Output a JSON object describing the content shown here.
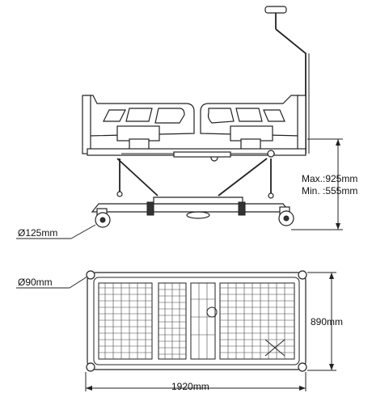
{
  "dimensions": {
    "max_height": "Max.:925mm",
    "min_height": "Min. :555mm",
    "caster_side": "Ø125mm",
    "caster_top": "Ø90mm",
    "width": "890mm",
    "length": "1920mm"
  },
  "colors": {
    "line": "#222222",
    "background": "#ffffff"
  }
}
